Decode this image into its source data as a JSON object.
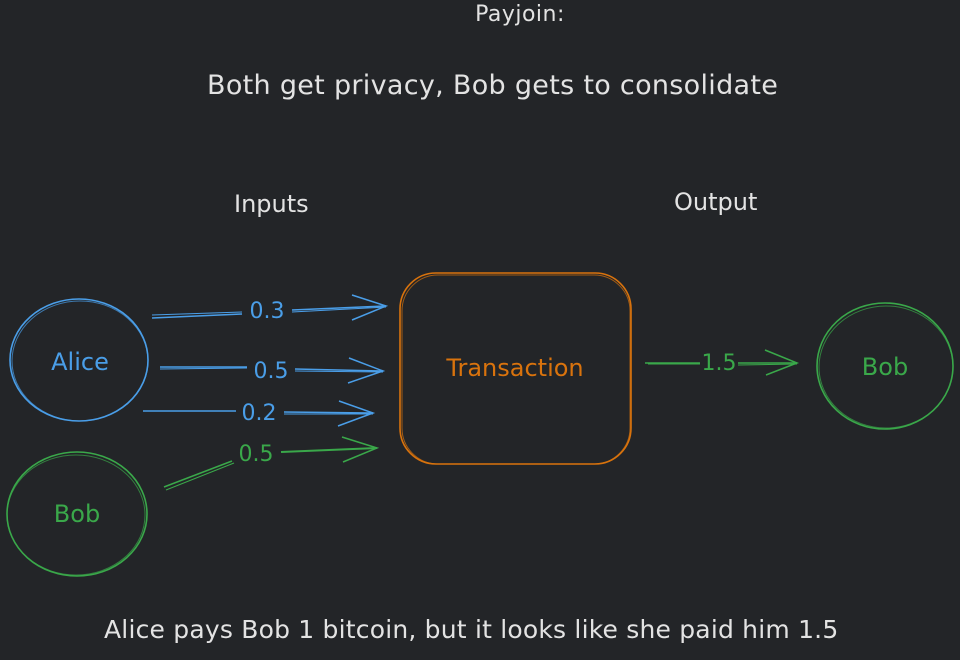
{
  "title": "Payjoin:",
  "subtitle": "Both get privacy, Bob gets to consolidate",
  "headings": {
    "inputs": "Inputs",
    "output": "Output"
  },
  "nodes": {
    "alice": {
      "label": "Alice",
      "color": "#4a9ee8"
    },
    "bob_input": {
      "label": "Bob",
      "color": "#3aa84a"
    },
    "transaction": {
      "label": "Transaction",
      "color": "#d9730d"
    },
    "bob_output": {
      "label": "Bob",
      "color": "#3aa84a"
    }
  },
  "edges": [
    {
      "from": "Alice",
      "to": "Transaction",
      "label": "0.3",
      "color": "#4a9ee8"
    },
    {
      "from": "Alice",
      "to": "Transaction",
      "label": "0.5",
      "color": "#4a9ee8"
    },
    {
      "from": "Alice",
      "to": "Transaction",
      "label": "0.2",
      "color": "#4a9ee8"
    },
    {
      "from": "Bob",
      "to": "Transaction",
      "label": "0.5",
      "color": "#3aa84a"
    },
    {
      "from": "Transaction",
      "to": "Bob",
      "label": "1.5",
      "color": "#3aa84a"
    }
  ],
  "footer": "Alice pays Bob 1 bitcoin, but it looks like she paid him 1.5",
  "colors": {
    "background": "#232528",
    "text": "#e3e3e3",
    "alice": "#4a9ee8",
    "bob": "#3aa84a",
    "transaction": "#d9730d"
  }
}
